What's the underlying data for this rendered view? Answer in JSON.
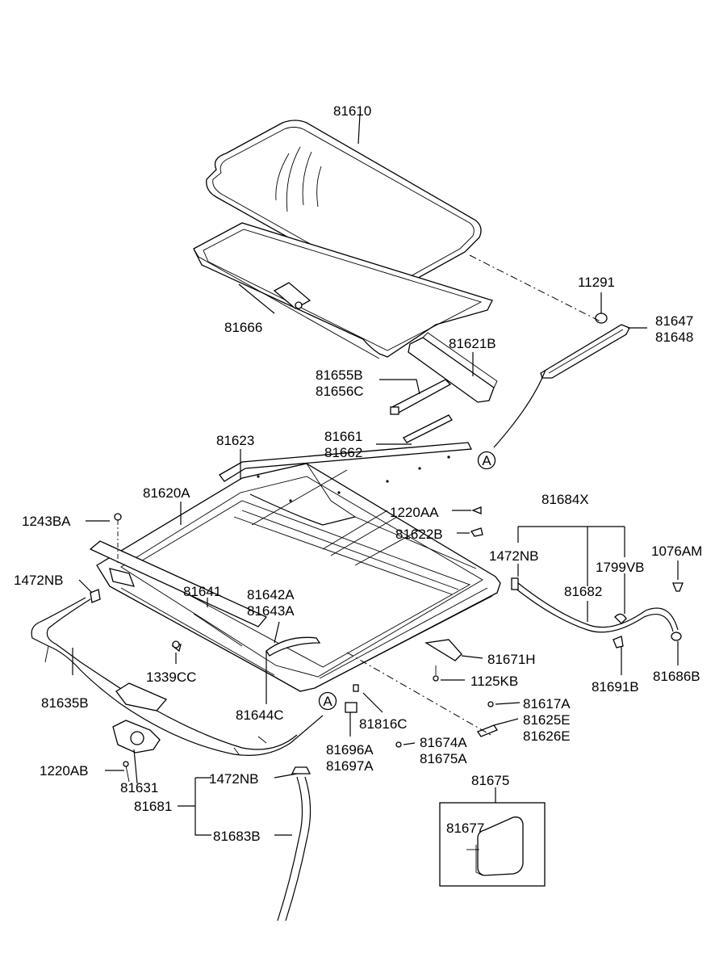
{
  "labels": {
    "p81610": "81610",
    "p81666": "81666",
    "p11291": "11291",
    "p81647": "81647",
    "p81648": "81648",
    "p81621B": "81621B",
    "p81655B": "81655B",
    "p81656C": "81656C",
    "p81661": "81661",
    "p81662": "81662",
    "p81623": "81623",
    "p81620A": "81620A",
    "p1243BA": "1243BA",
    "p1220AA": "1220AA",
    "p81684X": "81684X",
    "p81622B": "81622B",
    "p1472NB_r": "1472NB",
    "p1076AM": "1076AM",
    "p1799VB": "1799VB",
    "p81682": "81682",
    "p1472NB_l": "1472NB",
    "p81641": "81641",
    "p81642A": "81642A",
    "p81643A": "81643A",
    "p81671H": "81671H",
    "p1125KB": "1125KB",
    "p1339CC": "1339CC",
    "p81691B": "81691B",
    "p81686B": "81686B",
    "p81635B": "81635B",
    "p81644C": "81644C",
    "p81617A": "81617A",
    "p81816C": "81816C",
    "p81625E": "81625E",
    "p81626E": "81626E",
    "p81674A": "81674A",
    "p81675A": "81675A",
    "p81696A": "81696A",
    "p81697A": "81697A",
    "p1220AB": "1220AB",
    "p81631": "81631",
    "p1472NB_b": "1472NB",
    "p81675": "81675",
    "p81681": "81681",
    "p81677": "81677",
    "p81683B": "81683B"
  },
  "callouts": {
    "a_right": "A",
    "a_left": "A"
  }
}
